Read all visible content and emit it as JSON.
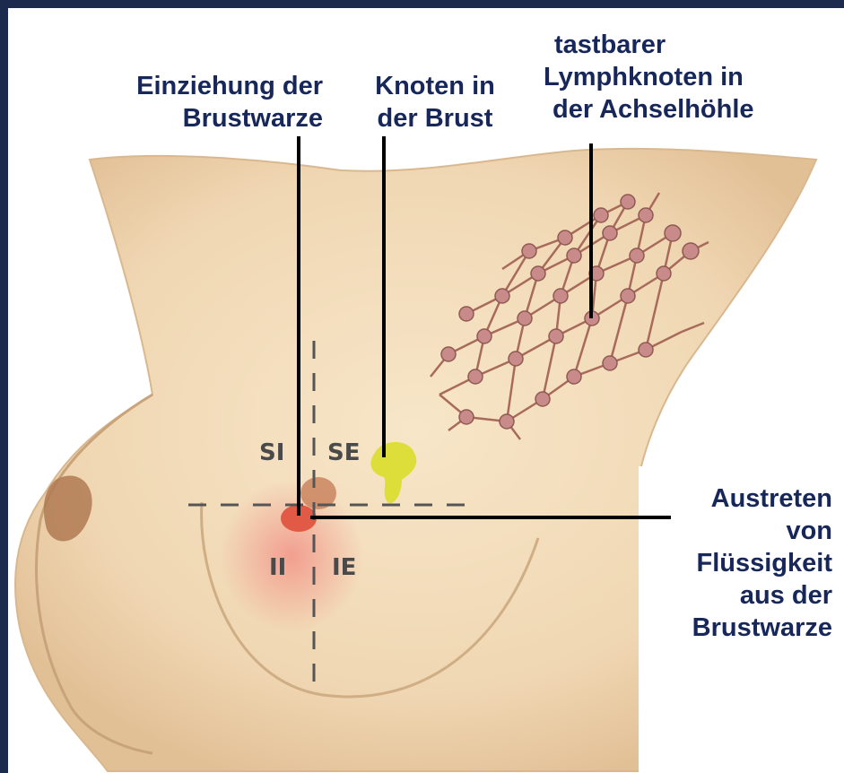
{
  "labels": {
    "nipple_retraction": {
      "line1": "Einziehung der",
      "line2": "Brustwarze"
    },
    "breast_lump": {
      "line1": "Knoten in",
      "line2": "der Brust"
    },
    "lymph_nodes": {
      "line1": "tastbarer",
      "line2": "Lymphknoten in",
      "line3": "der Achselhöhle"
    },
    "discharge": {
      "line1": "Austreten",
      "line2": "von",
      "line3": "Flüssigkeit",
      "line4": "aus der",
      "line5": "Brustwarze"
    }
  },
  "quadrants": {
    "si": "SI",
    "se": "SE",
    "ii": "II",
    "ie": "IE"
  },
  "colors": {
    "frame": "#1c2a4d",
    "text": "#17275a",
    "skin": "#f3dfbe",
    "lymph": "#b57a7a",
    "lump": "#dede3a",
    "nipple": "#e15a45"
  }
}
